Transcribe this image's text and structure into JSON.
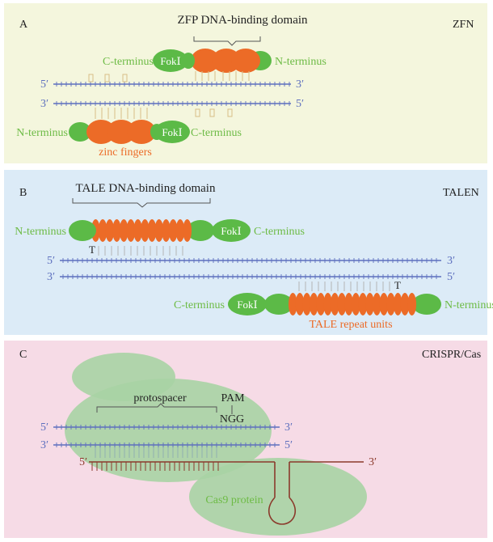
{
  "colors": {
    "panel_a_bg": "#f4f6dd",
    "panel_b_bg": "#dcebf7",
    "panel_c_bg": "#f6dbe6",
    "green": "#5cba47",
    "green_label": "#6dbb45",
    "orange": "#ec6b27",
    "dna_blue": "#5d6fbe",
    "rna_brown": "#8b3a2c",
    "cas9_green": "#a9d3a4",
    "dark": "#222222",
    "zfp_gold": "#d8bf86",
    "tale_grey": "#b4b4b4"
  },
  "panel_a": {
    "letter": "A",
    "name": "ZFN",
    "domain_label": "ZFP DNA-binding domain",
    "top_c": "C-terminus",
    "top_n": "N-terminus",
    "fok": "FokⅠ",
    "fok_bottom": "FokⅠ",
    "strand1_5": "5′",
    "strand1_3": "3′",
    "strand2_3": "3′",
    "strand2_5": "5′",
    "bottom_n": "N-terminus",
    "bottom_c": "C-terminus",
    "zinc_label": "zinc fingers"
  },
  "panel_b": {
    "letter": "B",
    "name": "TALEN",
    "domain_label": "TALE DNA-binding domain",
    "top_n": "N-terminus",
    "top_c": "C-terminus",
    "fok": "FokⅠ",
    "fok_bottom": "FokⅠ",
    "t_top": "T",
    "t_bottom": "T",
    "strand1_5": "5′",
    "strand1_3": "3′",
    "strand2_3": "3′",
    "strand2_5": "5′",
    "bottom_c": "C-terminus",
    "bottom_n": "N-terminus",
    "repeat_label": "TALE repeat units"
  },
  "panel_c": {
    "letter": "C",
    "name": "CRISPR/Cas",
    "protospacer": "protospacer",
    "pam": "PAM",
    "ngg": "NGG",
    "strand1_5": "5′",
    "strand1_3": "3′",
    "strand2_3": "3′",
    "strand2_5": "5′",
    "rna_5": "5′",
    "rna_3": "3′",
    "cas9": "Cas9 protein"
  }
}
